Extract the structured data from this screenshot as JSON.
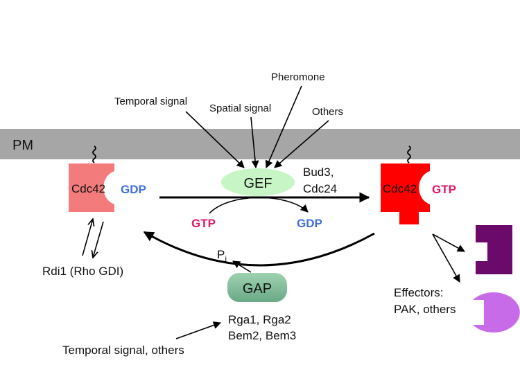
{
  "membrane": {
    "label": "PM"
  },
  "signals": {
    "temporal": "Temporal signal",
    "spatial": "Spatial signal",
    "pheromone": "Pheromone",
    "others": "Others"
  },
  "gef": {
    "label": "GEF",
    "proteins_line1": "Bud3,",
    "proteins_line2": "Cdc24"
  },
  "gap": {
    "label": "GAP",
    "phosphate": "P",
    "phosphate_sub": "i",
    "proteins_line1": "Rga1, Rga2",
    "proteins_line2": "Bem2, Bem3",
    "input_signal": "Temporal signal, others"
  },
  "inactive": {
    "protein": "Cdc42",
    "nucleotide": "GDP",
    "gdi": "Rdi1 (Rho GDI)"
  },
  "active": {
    "protein": "Cdc42",
    "nucleotide": "GTP"
  },
  "exchange": {
    "in": "GTP",
    "out": "GDP"
  },
  "effectors": {
    "line1": "Effectors:",
    "line2": "PAK, others"
  },
  "colors": {
    "membrane": "#a6a6a6",
    "inactive_cdc42": "#f47b7b",
    "active_cdc42": "#ff0000",
    "gdp": "#3f6fe0",
    "gtp": "#e0166b",
    "gef": "#c8f5c6",
    "gap": "#7fbf99",
    "effector_purple": "#6b0a6b",
    "effector_violet": "#c86be8"
  }
}
